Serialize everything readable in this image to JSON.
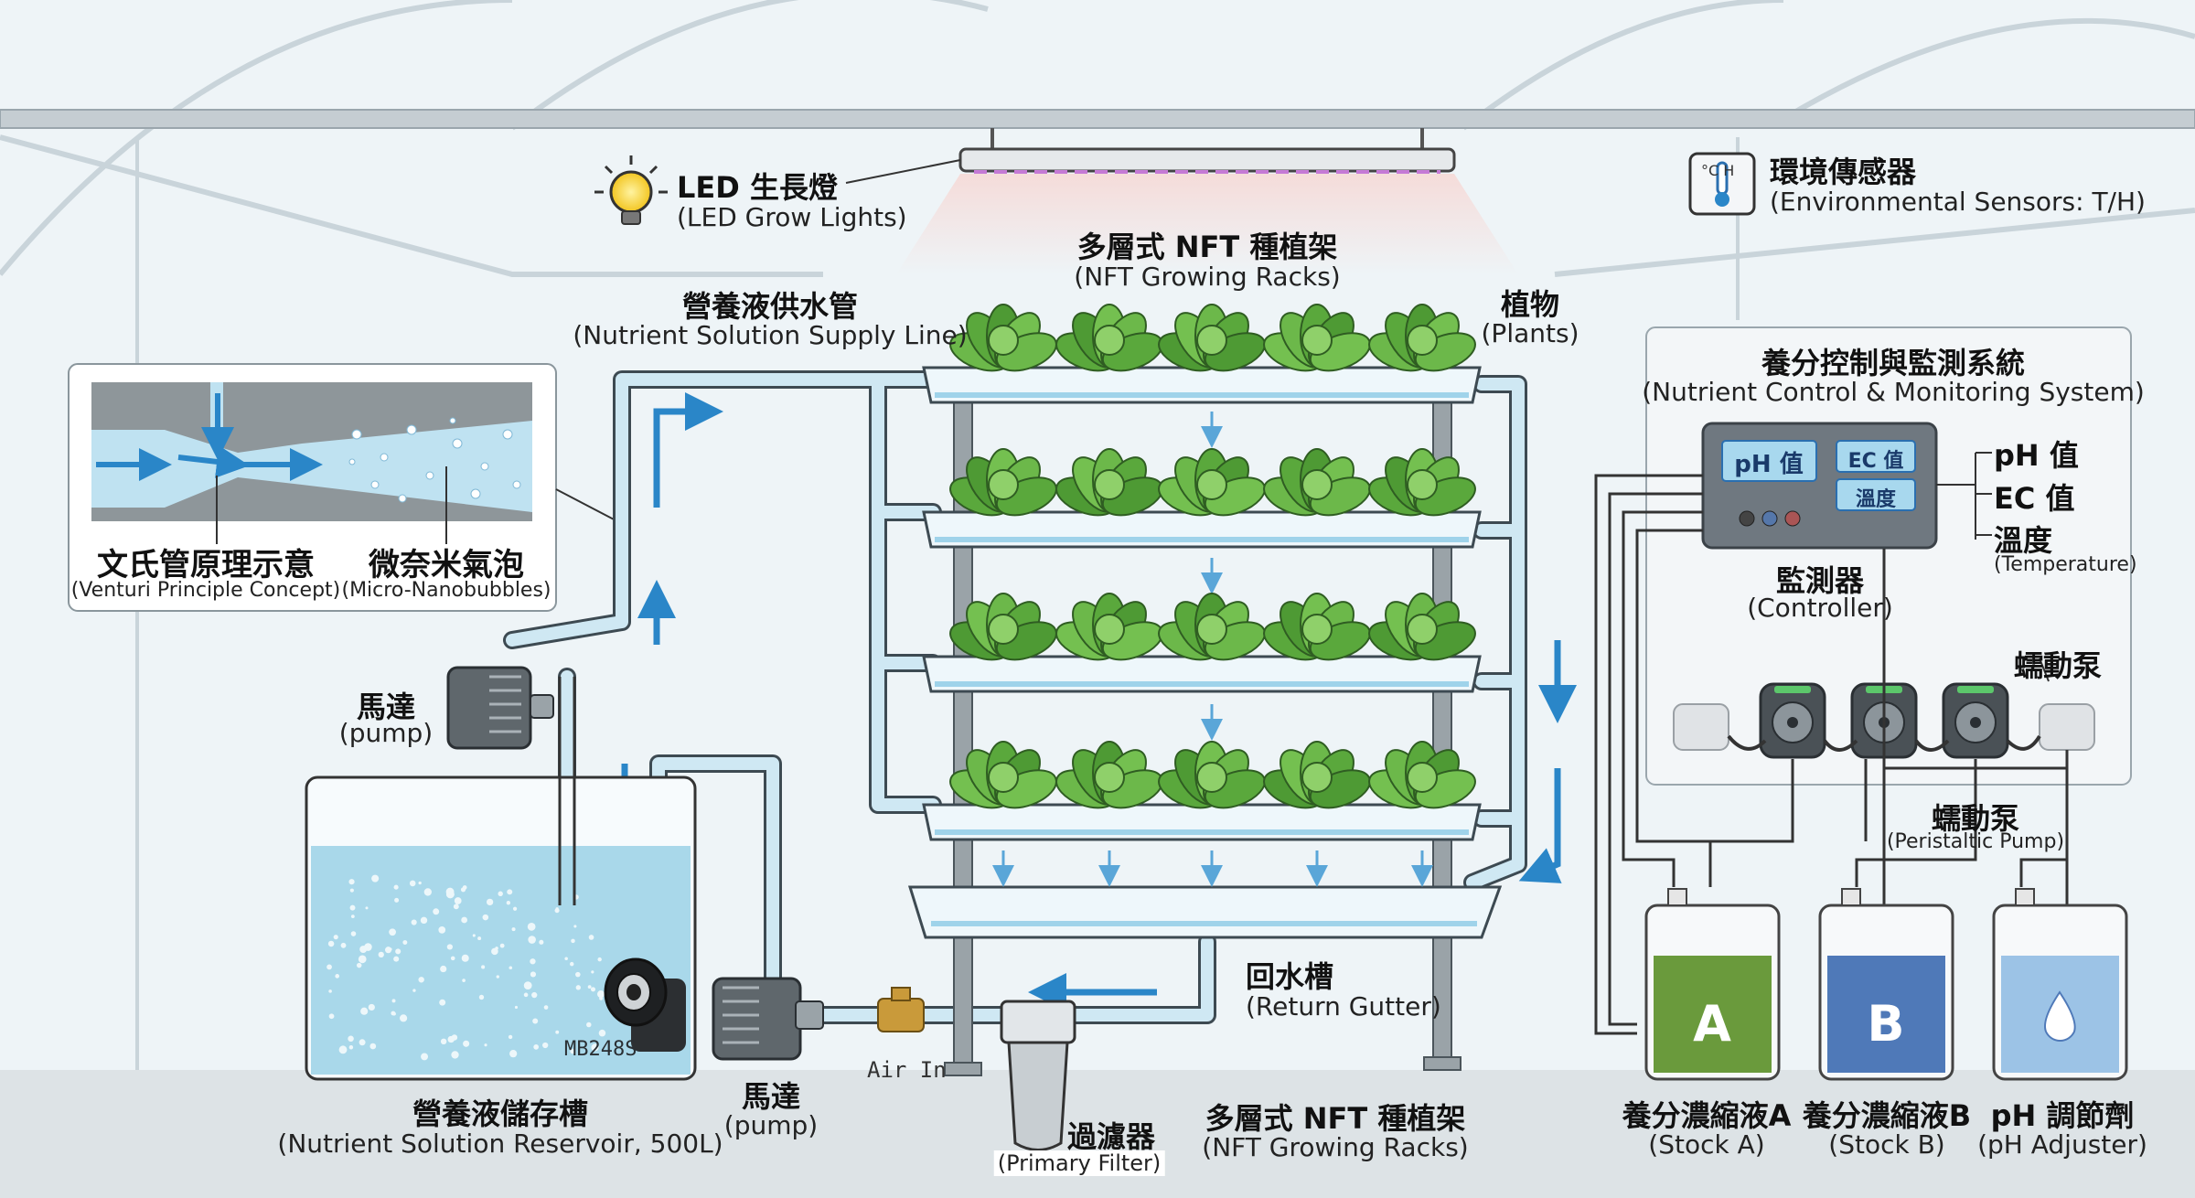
{
  "led": {
    "zh": "LED 生長燈",
    "en": "(LED Grow Lights)"
  },
  "env_sensor": {
    "zh": "環境傳感器",
    "en": "(Environmental Sensors:  T/H)",
    "icon_text": "°C H"
  },
  "rack_top": {
    "zh": "多層式 NFT 種植架",
    "en": "(NFT Growing Racks)"
  },
  "supply_line": {
    "zh": "營養液供水管",
    "en": "(Nutrient Solution Supply Line)"
  },
  "plants": {
    "zh": "植物",
    "en": "(Plants)"
  },
  "venturi": {
    "zh": "文氏管原理示意",
    "en": "(Venturi Principle Concept)"
  },
  "nanobubbles": {
    "zh": "微奈米氣泡",
    "en": "(Micro-Nanobubbles)"
  },
  "control_system": {
    "zh": "養分控制與監測系統",
    "en": "(Nutrient Control & Monitoring System)"
  },
  "controller_display": {
    "ph": "pH 值",
    "ec": "EC 值",
    "temp": "溫度"
  },
  "readouts": {
    "ph": "pH 值",
    "ec": "EC 值",
    "temp_zh": "溫度",
    "temp_en": "(Temperature)"
  },
  "controller": {
    "zh": "監測器",
    "en": "(Controller)"
  },
  "peristaltic_top": {
    "zh": "蠕動泵"
  },
  "peristaltic_bottom": {
    "zh": "蠕動泵",
    "en": "(Peristaltic Pump)"
  },
  "motor_top": {
    "zh": "馬達",
    "en": "(pump)"
  },
  "motor_bottom": {
    "zh": "馬達",
    "en": "(pump)"
  },
  "nanobubble_model": "MB248S",
  "air_in": "Air In",
  "return_gutter": {
    "zh": "回水槽",
    "en": "(Return Gutter)"
  },
  "reservoir": {
    "zh": "營養液儲存槽",
    "en": "(Nutrient Solution Reservoir, 500L)"
  },
  "filter": {
    "zh": "過濾器",
    "en": "(Primary Filter)"
  },
  "rack_bottom": {
    "zh": "多層式 NFT 種植架",
    "en": "(NFT Growing Racks)"
  },
  "stock_a": {
    "letter": "A",
    "zh": "養分濃縮液A",
    "en": "(Stock A)"
  },
  "stock_b": {
    "letter": "B",
    "zh": "養分濃縮液B",
    "en": "(Stock B)"
  },
  "ph_adjuster": {
    "zh": "pH 調節劑",
    "en": "(pH Adjuster)"
  },
  "colors": {
    "pipe": "#bfe0ee",
    "pipe_outline": "#3d4a52",
    "water": "#a9d8ea",
    "flow_arrow": "#2a86c8",
    "plant": "#5aa83c",
    "stock_a": "#6a9a3c",
    "stock_b": "#4f79b8",
    "ph": "#9cc3e6",
    "led_glow": "#c57ad6"
  }
}
